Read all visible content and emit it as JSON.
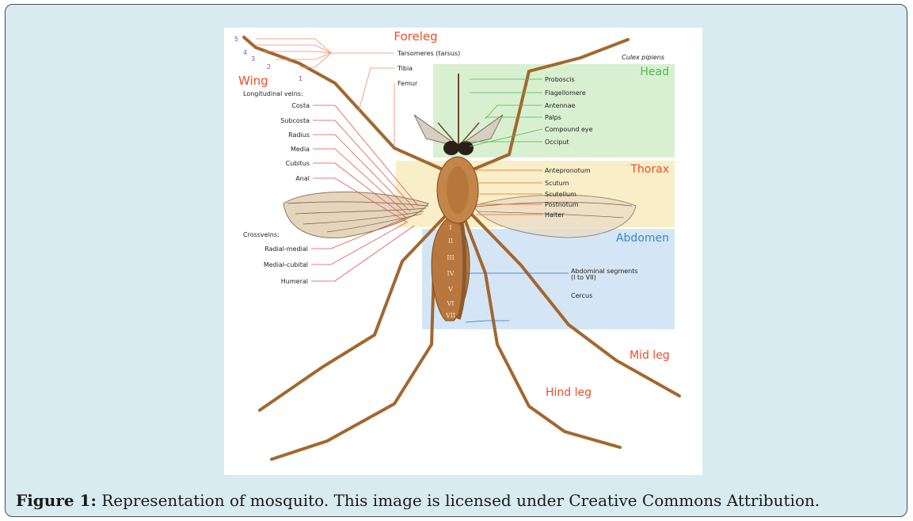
{
  "diagram": {
    "species": "Culex pipiens",
    "regions": {
      "head": "Head",
      "thorax": "Thorax",
      "abdomen": "Abdomen",
      "foreleg": "Foreleg",
      "wing": "Wing",
      "mid_leg": "Mid leg",
      "hind_leg": "Hind leg"
    },
    "foreleg_parts": [
      "Tarsomeres (tarsus)",
      "Tibia",
      "Femur"
    ],
    "tarsus_numbers": [
      "5",
      "4",
      "3",
      "2",
      "1"
    ],
    "wing_labels": {
      "longitudinal_heading": "Longitudinal veins:",
      "longitudinal": [
        "Costa",
        "Subcosta",
        "Radius",
        "Media",
        "Cubitus",
        "Anal"
      ],
      "crossveins_heading": "Crossveins:",
      "crossveins": [
        "Radial-medial",
        "Medial-cubital",
        "Humeral"
      ]
    },
    "head_parts": [
      "Proboscis",
      "Flagellomere",
      "Antennae",
      "Palps",
      "Compound eye",
      "Occiput"
    ],
    "thorax_parts": [
      "Antepronotum",
      "Scutum",
      "Scutellum",
      "Postnotum",
      "Halter"
    ],
    "abdomen_parts": [
      "Abdominal segments",
      "(I to VII)",
      "Cercus"
    ],
    "segment_numerals": [
      "I",
      "II",
      "III",
      "IV",
      "V",
      "VI",
      "VII"
    ],
    "colors": {
      "region_label": "#ee4e2a",
      "head_region": "#4cbc4c",
      "abdomen_region": "#3a87c8",
      "head_bg": "#d8f0d0",
      "thorax_bg": "#f8efc8",
      "abdomen_bg": "#d4e6f6",
      "body": "#b7773e",
      "wing": "#e2d2b6",
      "number": "#7a4fd8"
    }
  },
  "caption": {
    "label": "Figure 1:",
    "text": " Representation of mosquito. This image is licensed under Creative Commons Attribution."
  }
}
